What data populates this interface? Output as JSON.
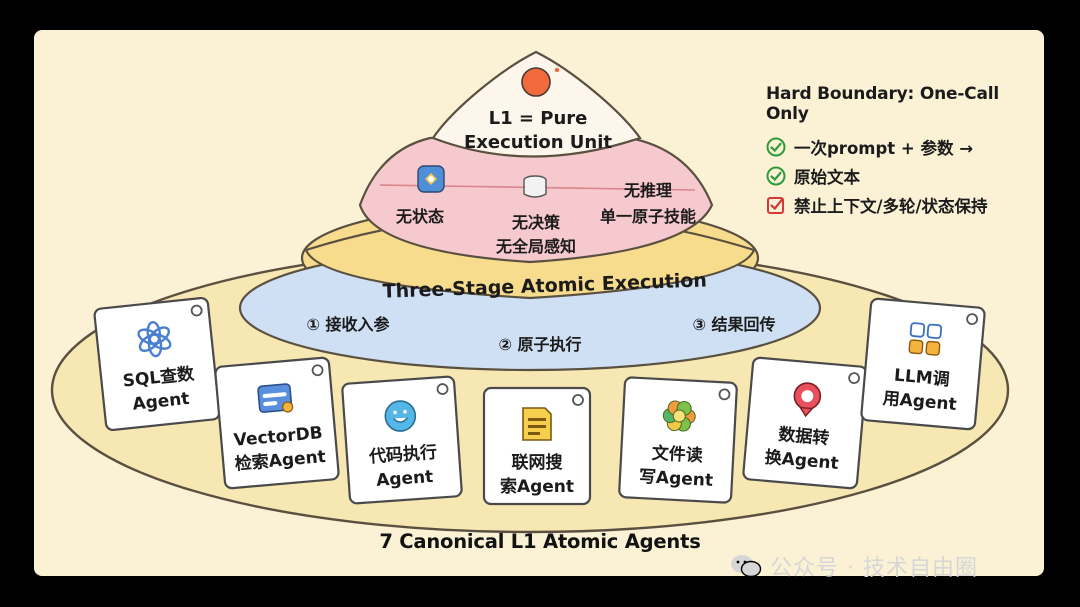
{
  "core": {
    "title_line1": "L1 = Pure",
    "title_line2": "Execution Unit"
  },
  "constraints": {
    "left": "无状态",
    "center_line1": "无决策",
    "center_line2": "无全局感知",
    "right_line1": "无推理",
    "right_line2": "单一原子技能"
  },
  "execution": {
    "title": "Three-Stage Atomic Execution",
    "stages": [
      "① 接收入参",
      "② 原子执行",
      "③ 结果回传"
    ]
  },
  "legend": {
    "title": "Hard Boundary: One-Call Only",
    "items": [
      {
        "text": "一次prompt + 参数 →",
        "status": "check",
        "color": "#2e9a3a"
      },
      {
        "text": "原始文本",
        "status": "check",
        "color": "#2e9a3a"
      },
      {
        "text": "禁止上下文/多轮/状态保持",
        "status": "forbidden",
        "color": "#d23a3a"
      }
    ]
  },
  "agents": [
    {
      "line1": "SQL查数",
      "line2": "Agent",
      "icon": "openai-swirl-icon"
    },
    {
      "line1": "VectorDB",
      "line2": "检索Agent",
      "icon": "browser-window-icon"
    },
    {
      "line1": "代码执行",
      "line2": "Agent",
      "icon": "smile-badge-icon"
    },
    {
      "line1": "联网搜",
      "line2": "索Agent",
      "icon": "document-icon"
    },
    {
      "line1": "文件读",
      "line2": "写Agent",
      "icon": "flower-icon"
    },
    {
      "line1": "数据转",
      "line2": "换Agent",
      "icon": "target-pin-icon"
    },
    {
      "line1": "LLM调",
      "line2": "用Agent",
      "icon": "app-grid-icon"
    }
  ],
  "footer": {
    "title": "7 Canonical L1 Atomic Agents"
  },
  "watermark": {
    "text": "公众号 · 技术自由圈"
  },
  "colors": {
    "panel": "#fbf2d6",
    "outer_ellipse": "#f7e7b3",
    "blue_ellipse": "#cfe0f5",
    "yellow_ellipse": "#f6dc8c",
    "pink_layer": "#f6c9cf",
    "top_cone": "#fdf6ec",
    "accent_orange": "#f06a3c"
  }
}
